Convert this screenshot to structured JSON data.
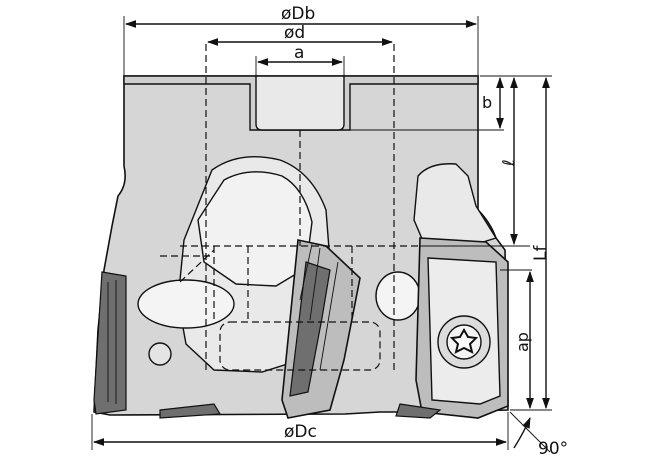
{
  "labels": {
    "db": "øDb",
    "d": "ød",
    "a": "a",
    "b": "b",
    "l": "ℓ",
    "lf": "Lf",
    "ap": "ap",
    "dc": "øDc",
    "angle": "90°"
  }
}
